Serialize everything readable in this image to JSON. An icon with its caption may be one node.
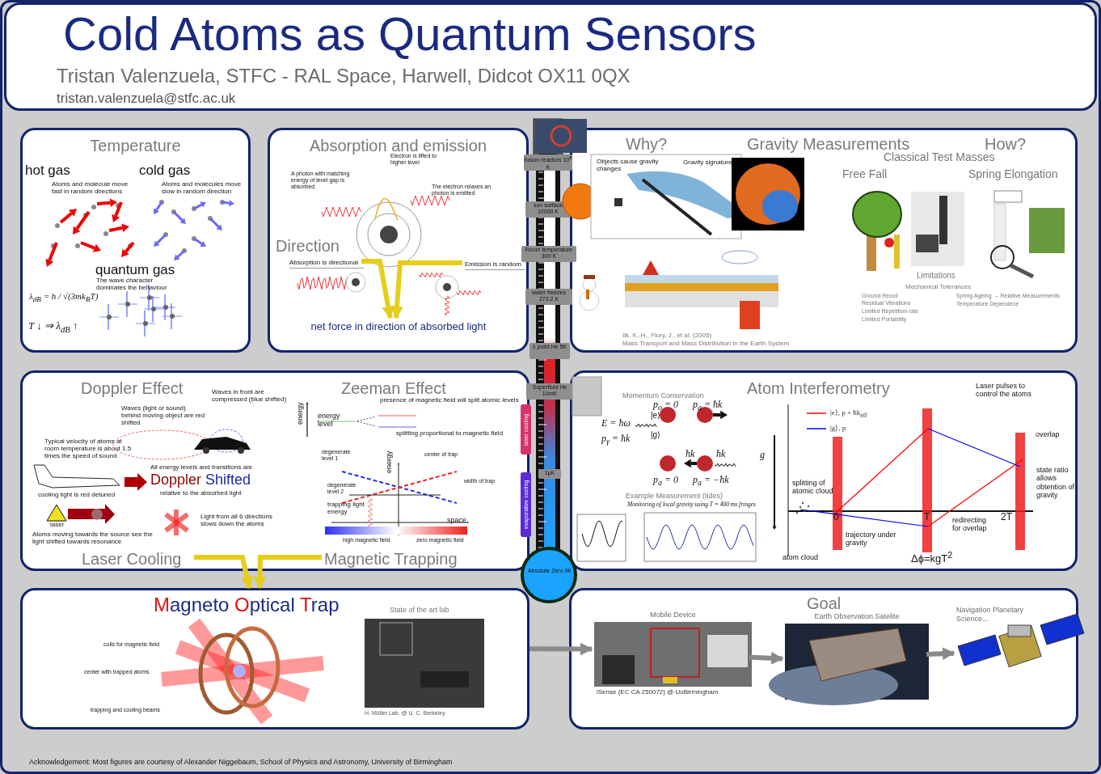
{
  "diagram": {
    "title": "Cold Atoms as Quantum Sensors",
    "nodes": [
      {
        "text": [
          "Temperature"
        ]
      },
      {
        "text": [
          "Absorption and emission",
          "Direction"
        ]
      },
      {
        "text": [
          "Absorption is directional"
        ],
        "in": 1
      },
      {
        "text": [
          "Emission is random"
        ],
        "in": 1
      },
      {
        "text": [
          "net force in direction of absorbed light"
        ],
        "in": 1
      },
      {
        "text": [],
        "shape": "bar"
      },
      {
        "text": [
          "fusion reactors 10$^{8}$ K"
        ],
        "in": 5
      },
      {
        "text": [
          "sun surface 10000 K"
        ],
        "in": 5
      },
      {
        "text": [
          "Room temperature 300 K"
        ],
        "in": 5
      },
      {
        "text": [
          "water freezes 273.2 K"
        ],
        "in": 5
      },
      {
        "text": [
          "λ point He 5K"
        ],
        "in": 5
      },
      {
        "text": [
          "Superfluid He 10mK"
        ],
        "in": 5
      },
      {
        "text": [
          "1μK"
        ],
        "in": 5
      },
      {
        "text": [
          "Absolute Zero 0K"
        ],
        "in": 5
      },
      {
        "text": [
          "laser cooling"
        ]
      },
      {
        "text": [
          "evaporative cooling"
        ]
      },
      {
        "text": [
          "Why?",
          "Gravity Measurements",
          "How?"
        ]
      },
      {
        "text": [
          "Doppler Effect",
          "Zeeman Effect"
        ]
      },
      {
        "text": [
          "Laser Cooling"
        ],
        "in": 17
      },
      {
        "text": [
          "Magnetic Trapping"
        ],
        "in": 17
      },
      {
        "text": [
          "Atom Interferometry"
        ]
      },
      {
        "text": [
          "Magneto Optical Trap"
        ]
      },
      {
        "text": [
          "Goal"
        ]
      },
      {
        "text": [
          "Mobile Device"
        ],
        "in": 22,
        "beside": [
          "iSense (EC CA 250072) @ UoBirmingham"
        ]
      },
      {
        "text": [
          "Earth Observation Satelite"
        ],
        "in": 22
      },
      {
        "text": [
          "Navigation Planetary Science..."
        ],
        "in": 22
      }
    ],
    "edges": [
      {
        "from": 2,
        "to": 4,
        "arrow": "to",
        "color": "#e6cd1b"
      },
      {
        "from": 3,
        "to": 4,
        "arrow": "to",
        "color": "#e6cd1b"
      },
      {
        "from": 18,
        "to": 21,
        "arrow": "to",
        "color": "#e6cd1b"
      },
      {
        "from": 19,
        "to": 21,
        "arrow": "to",
        "color": "#e6cd1b"
      },
      {
        "from": 21,
        "to": 23,
        "arrow": "to",
        "color": "#8a8a8a"
      },
      {
        "from": 23,
        "to": 24,
        "arrow": "to",
        "color": "#8a8a8a"
      },
      {
        "from": 24,
        "to": 25,
        "arrow": "to",
        "color": "#8a8a8a"
      }
    ],
    "labels": [
      "Tristan Valenzuela, STFC - RAL Space, Harwell, Didcot OX11 0QX",
      "tristan.valenzuela@stfc.ac.uk",
      "hot gas",
      "Atoms and molecule move fast in random directions",
      "cold gas",
      "Atoms and molecules move slow in random direction",
      "quantum gas",
      "The wave character dominates the behaviour",
      "λ$_{dB}$ = h / √(3mk$_{B}$T)",
      "T ↓ ⇒ λ$_{dB}$ ↑",
      "Electron is lifted to higher level",
      "A photon with matching energy of level gap is absorbed",
      "The electron relaxes an photon is emitted",
      "Classical Test Masses",
      "Free Fall",
      "Spring Elongation",
      "Objects cause gravity changes",
      "Gravity signature",
      "Limitations",
      "Mechanical Tolerances",
      "Ground Recoil",
      "Residual Vibrations",
      "Limited Repetition rate",
      "Limited Portability",
      "Spring Ageing → Relative Measurements",
      "Temperature Dependece",
      "Ilk, K.-H., Flury, J., et al. (2005)",
      "Mass Transport and Mass Distribution in the Earth System",
      "Waves (light or sound) behind moving object are red shifted",
      "Waves in front are compressed (blue shifted)",
      "Typical velocity of atoms at room temperature is about 1.5 times the speed of sound",
      "All energy levels and transitions are",
      "Doppler Shifted",
      "cooling light is red detuned",
      "relative to the absorbed light",
      "laser",
      "Light from all 6 directions slows down the atoms",
      "Atoms moving towards the source see the light shifted towards resonance",
      "energy",
      "energy level",
      "presence of magnetic field will split atomic levels",
      "splitting proportional to magnetic field",
      "degenerate level 1",
      "center of trap",
      "energy",
      "width of trap",
      "degenerate level 2",
      "trapping light energy",
      "space",
      "high magnetic field",
      "zero magnetic field",
      "Momentum Conservation",
      "p$_{o}$ = 0",
      "p$_{a}$ = ħk",
      "E = ħω",
      "|e⟩",
      "p$_{γ}$ = ħk",
      "|g⟩",
      "ħk",
      "ħk",
      "p$_{a}$ = 0",
      "p$_{a}$ = −ħk",
      "Example Measurement (tides)",
      "Monitoring of local gravity using T = 400 ms fringes",
      "g",
      "Laser pulses to control the atoms",
      "overlap",
      "state ratio allows obtention of gravity",
      "splitting of atomic cloud",
      "0",
      "T",
      "2T",
      "trajectory under gravity",
      "redirecting for overlap",
      "atom cloud",
      "Δϕ=kgT$^{2}$",
      "State of the art lab",
      "coils for magnetic field",
      "center with trapped atoms",
      "trapping and cooling beams",
      "H. Müller Lab. @ U. C. Berkeley",
      "Acknowledgement: Most figures are courtesy of Alexander Niggebaum, School of Physics and Astronomy, University of Birmingham"
    ],
    "legend": [
      {
        "text": "|e⟩, p + ħk$_{eff}$"
      },
      {
        "text": "|g⟩, p"
      }
    ]
  }
}
